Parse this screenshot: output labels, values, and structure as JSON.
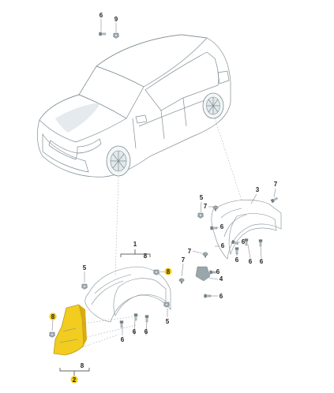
{
  "colors": {
    "car_body": "#e3eaee",
    "car_shade": "#cdd8de",
    "glass": "#f3f6f7",
    "liner_light": "#e6ebee",
    "liner_dark": "#b8c3c9",
    "mudflap": "#f2cc1e",
    "mudflap_dark": "#d9ab10",
    "callout_highlight": "#f2cc1e",
    "outline": "#7f8d93",
    "label": "#222222"
  },
  "icons": {
    "bolt": "bolt-icon",
    "clip_nut": "clip-nut-icon",
    "expanding_rivet": "expanding-rivet-icon"
  },
  "callouts": {
    "top_bolt": "6",
    "top_clip": "9",
    "rear_liner": "3",
    "rear_screw_top": "7",
    "rear_clip_left": "5",
    "rear_rivet_left": "7",
    "rear_mid_clip": "6",
    "rear_left_bolt": "6",
    "rear_bottom_bolt_a": "6",
    "rear_bottom_bolt_b": "6",
    "rear_right_bolt_a": "6",
    "rear_right_bolt_b": "6",
    "rear_lower_rivet": "7",
    "rear_bracket": "4",
    "rear_bracket_bolt": "6",
    "rear_bottom_bolt": "6",
    "front_liner": "1",
    "front_liner_sub": "8",
    "front_clip_highlighted": "8",
    "front_clip_left": "5",
    "front_bottom_bolt": "6",
    "front_bottom_bolt_b": "6",
    "front_bottom_bolt_c": "6",
    "front_right_clip": "5",
    "mudflap": "2",
    "mudflap_sub": "8",
    "mudflap_clip": "8"
  }
}
